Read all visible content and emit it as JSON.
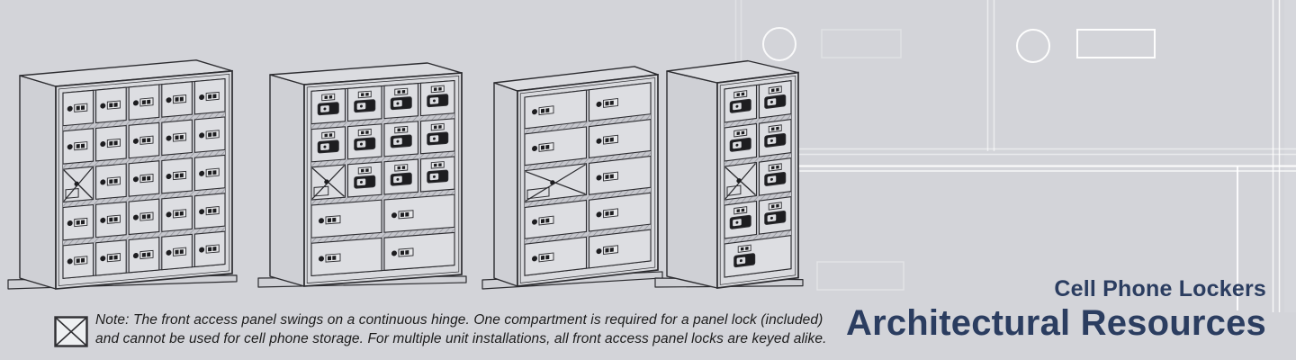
{
  "banner": {
    "background_color": "#d3d4d9",
    "lineart_color": "#ffffff",
    "drawing_line_color": "#2c2c30"
  },
  "title_block": {
    "product_line": "Cell Phone Lockers",
    "company": "Architectural Resources",
    "text_color": "#2b3d60"
  },
  "note": {
    "icon": "panel-lock-square-x-icon",
    "line1": "Note: The front access panel swings on a continuous hinge. One compartment is required for a panel lock (included)",
    "line2": "and cannot be used for cell phone storage. For multiple unit installations, all front access panel locks are keyed alike."
  },
  "lockers": [
    {
      "id": "locker-25-door",
      "rows": 5,
      "columns": 5,
      "lock_type": "key",
      "master_door": {
        "row": 3,
        "column": 1
      }
    },
    {
      "id": "locker-16-door",
      "rows": 5,
      "columns": 4,
      "lock_type": "combo",
      "master_door": {
        "row": 3,
        "column": 1
      },
      "wide_rows": {
        "rows": [
          4,
          5
        ],
        "doors_per_row": 2,
        "lock_type": "key"
      }
    },
    {
      "id": "locker-10-door",
      "rows": 5,
      "columns": 2,
      "lock_type": "key",
      "master_door": {
        "row": 3,
        "column": 1
      }
    },
    {
      "id": "locker-9-door",
      "rows": 5,
      "columns": 2,
      "lock_type": "combo",
      "master_door": {
        "row": 3,
        "column": 1
      },
      "wide_rows": {
        "rows": [
          5
        ],
        "doors_per_row": 1,
        "lock_type": "combo"
      }
    }
  ]
}
